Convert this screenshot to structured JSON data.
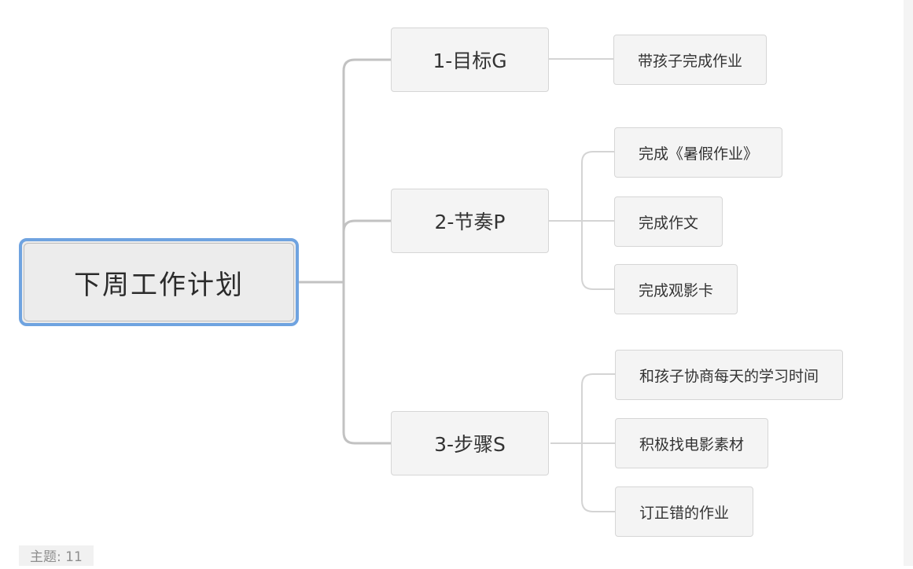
{
  "root": {
    "label": "下周工作计划"
  },
  "branches": [
    {
      "label": "1-目标G",
      "children": [
        {
          "label": "带孩子完成作业"
        }
      ]
    },
    {
      "label": "2-节奏P",
      "children": [
        {
          "label": "完成《暑假作业》"
        },
        {
          "label": "完成作文"
        },
        {
          "label": "完成观影卡"
        }
      ]
    },
    {
      "label": "3-步骤S",
      "children": [
        {
          "label": "和孩子协商每天的学习时间"
        },
        {
          "label": "积极找电影素材"
        },
        {
          "label": "订正错的作业"
        }
      ]
    }
  ],
  "status": {
    "topic_count_label": "主题:",
    "topic_count": "11"
  },
  "colors": {
    "root_border": "#6fa3e0",
    "node_fill": "#f4f4f4",
    "node_border": "#d6d6d6",
    "connector_main": "#c2c2c2",
    "connector_leaf": "#d4d4d4"
  }
}
